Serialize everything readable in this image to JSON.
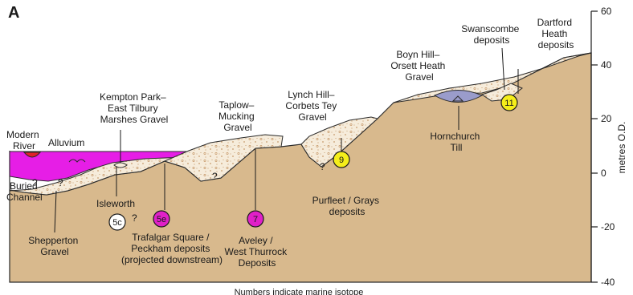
{
  "figure": {
    "panel_label": "A",
    "footnote": "Numbers indicate marine isotope",
    "axis": {
      "title": "metres O.D.",
      "ticks": [
        "60",
        "40",
        "20",
        "0",
        "-20",
        "-40"
      ]
    },
    "labels": {
      "modern_river": [
        "Modern",
        "River"
      ],
      "alluvium": [
        "Alluvium"
      ],
      "buried_channel": [
        "Buried",
        "Channel"
      ],
      "kempton": [
        "Kempton Park–",
        "East Tilbury",
        "Marshes Gravel"
      ],
      "taplow": [
        "Taplow–",
        "Mucking",
        "Gravel"
      ],
      "lynch": [
        "Lynch Hill–",
        "Corbets Tey",
        "Gravel"
      ],
      "boyn": [
        "Boyn Hill–",
        "Orsett Heath",
        "Gravel"
      ],
      "swanscombe": [
        "Swanscombe",
        "deposits"
      ],
      "dartford": [
        "Dartford",
        "Heath",
        "deposits"
      ],
      "hornchurch": [
        "Hornchurch",
        "Till"
      ],
      "isleworth": [
        "Isleworth"
      ],
      "purfleet": [
        "Purfleet / Grays",
        "deposits"
      ],
      "shepperton": [
        "Shepperton",
        "Gravel"
      ],
      "trafalgar": [
        "Trafalgar Square /",
        "Peckham deposits",
        "(projected downstream)"
      ],
      "aveley": [
        "Aveley /",
        "West Thurrock",
        "Deposits"
      ]
    },
    "question_marks": [
      "?",
      "?",
      "?",
      "?",
      "?"
    ],
    "badges": [
      {
        "id": "5c",
        "label": "5c",
        "color": "#ffffff"
      },
      {
        "id": "5e",
        "label": "5e",
        "color": "#e020c8"
      },
      {
        "id": "7",
        "label": "7",
        "color": "#e020c8"
      },
      {
        "id": "9",
        "label": "9",
        "color": "#f5ee1a"
      },
      {
        "id": "11",
        "label": "11",
        "color": "#f5ee1a"
      }
    ],
    "colors": {
      "bedrock": "#d8b98d",
      "gravel": "#f6ecdb",
      "alluvium": "#e61ee6",
      "river": "#e0202a",
      "till": "#9a9ccb",
      "outline": "#2b2b2b"
    }
  }
}
